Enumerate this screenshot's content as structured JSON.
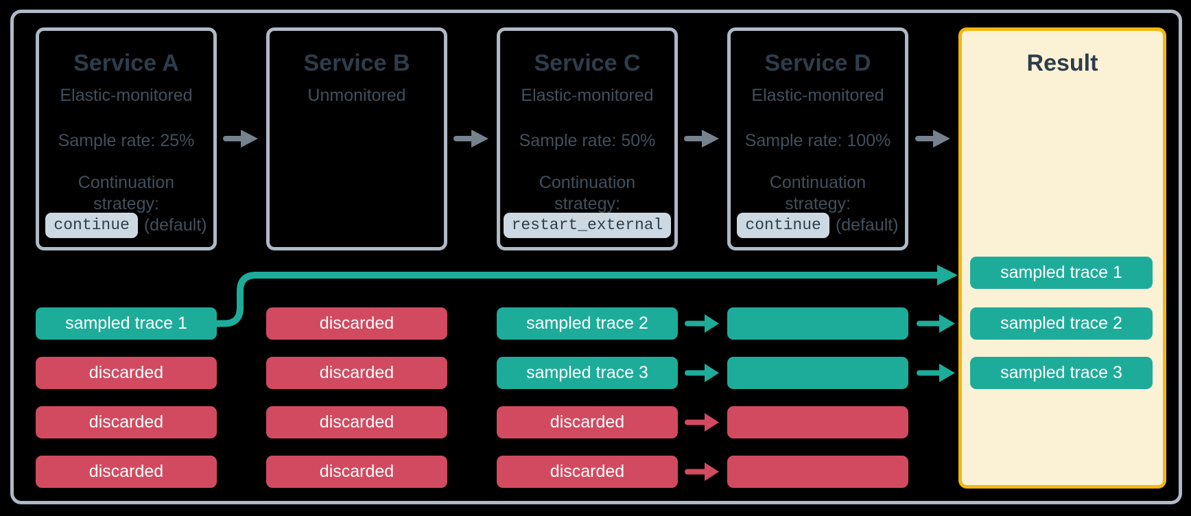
{
  "colors": {
    "background": "#000000",
    "container_border": "#AEBAC6",
    "service_box_border": "#AEBAC6",
    "title_text": "#2E3D4B",
    "body_text": "#41505D",
    "code_badge_bg": "#CDD9E2",
    "code_badge_text": "#2F3E4A",
    "flow_arrow_gray": "#76828E",
    "sampled_teal": "#1EAC9A",
    "discarded_red": "#D24A5F",
    "result_border": "#F2B70F",
    "result_bg": "#FBF2D6",
    "trace_text": "#FFFFFF"
  },
  "services": [
    {
      "title": "Service A",
      "monitoring": "Elastic-monitored",
      "sample_rate": "Sample rate: 25%",
      "continuation_line1": "Continuation",
      "continuation_line2": "strategy:",
      "strategy_code": "continue",
      "strategy_note": "(default)"
    },
    {
      "title": "Service B",
      "monitoring": "Unmonitored"
    },
    {
      "title": "Service C",
      "monitoring": "Elastic-monitored",
      "sample_rate": "Sample rate: 50%",
      "continuation_line1": "Continuation",
      "continuation_line2": "strategy:",
      "strategy_code": "restart_external"
    },
    {
      "title": "Service D",
      "monitoring": "Elastic-monitored",
      "sample_rate": "Sample rate: 100%",
      "continuation_line1": "Continuation",
      "continuation_line2": "strategy:",
      "strategy_code": "continue",
      "strategy_note": "(default)"
    }
  ],
  "result": {
    "title": "Result",
    "labels": [
      "sampled trace 1",
      "sampled trace 2",
      "sampled trace 3"
    ]
  },
  "traces": {
    "service_a": [
      {
        "label": "sampled trace 1",
        "status": "sampled"
      },
      {
        "label": "discarded",
        "status": "discarded"
      },
      {
        "label": "discarded",
        "status": "discarded"
      },
      {
        "label": "discarded",
        "status": "discarded"
      }
    ],
    "service_b": [
      {
        "label": "discarded",
        "status": "discarded"
      },
      {
        "label": "discarded",
        "status": "discarded"
      },
      {
        "label": "discarded",
        "status": "discarded"
      },
      {
        "label": "discarded",
        "status": "discarded"
      }
    ],
    "service_c": [
      {
        "label": "sampled trace 2",
        "status": "sampled"
      },
      {
        "label": "sampled trace 3",
        "status": "sampled"
      },
      {
        "label": "discarded",
        "status": "discarded"
      },
      {
        "label": "discarded",
        "status": "discarded"
      }
    ],
    "service_d": [
      {
        "status": "sampled"
      },
      {
        "status": "sampled"
      },
      {
        "status": "discarded"
      },
      {
        "status": "discarded"
      }
    ]
  }
}
